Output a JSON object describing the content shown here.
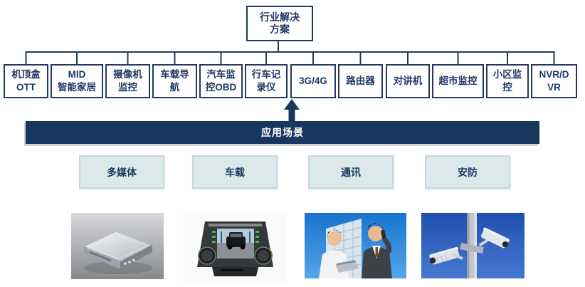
{
  "root_node": {
    "label": "行业解决\n方案"
  },
  "products": [
    "机顶盒\nOTT",
    "MID\n智能家居",
    "摄像机\n监控",
    "车载导\n航",
    "汽车监\n控OBD",
    "行车记\n录仪",
    "3G/4G",
    "路由器",
    "对讲机",
    "超市监控",
    "小区监\n控",
    "NVR/D\nVR"
  ],
  "banner": {
    "label": "应用场景"
  },
  "categories": [
    "多媒体",
    "车载",
    "通讯",
    "安防"
  ],
  "photos": [
    {
      "icon": "set-top-box-photo"
    },
    {
      "icon": "car-head-unit-photo"
    },
    {
      "icon": "business-call-photo"
    },
    {
      "icon": "cctv-cameras-photo"
    }
  ],
  "colors": {
    "node_border": "#1F3864",
    "node_text": "#1F3864",
    "banner_bg": "#17375E",
    "banner_text": "#FFFFFF",
    "category_bg": "#DCE9EA",
    "category_border": "#C3D8DA"
  }
}
